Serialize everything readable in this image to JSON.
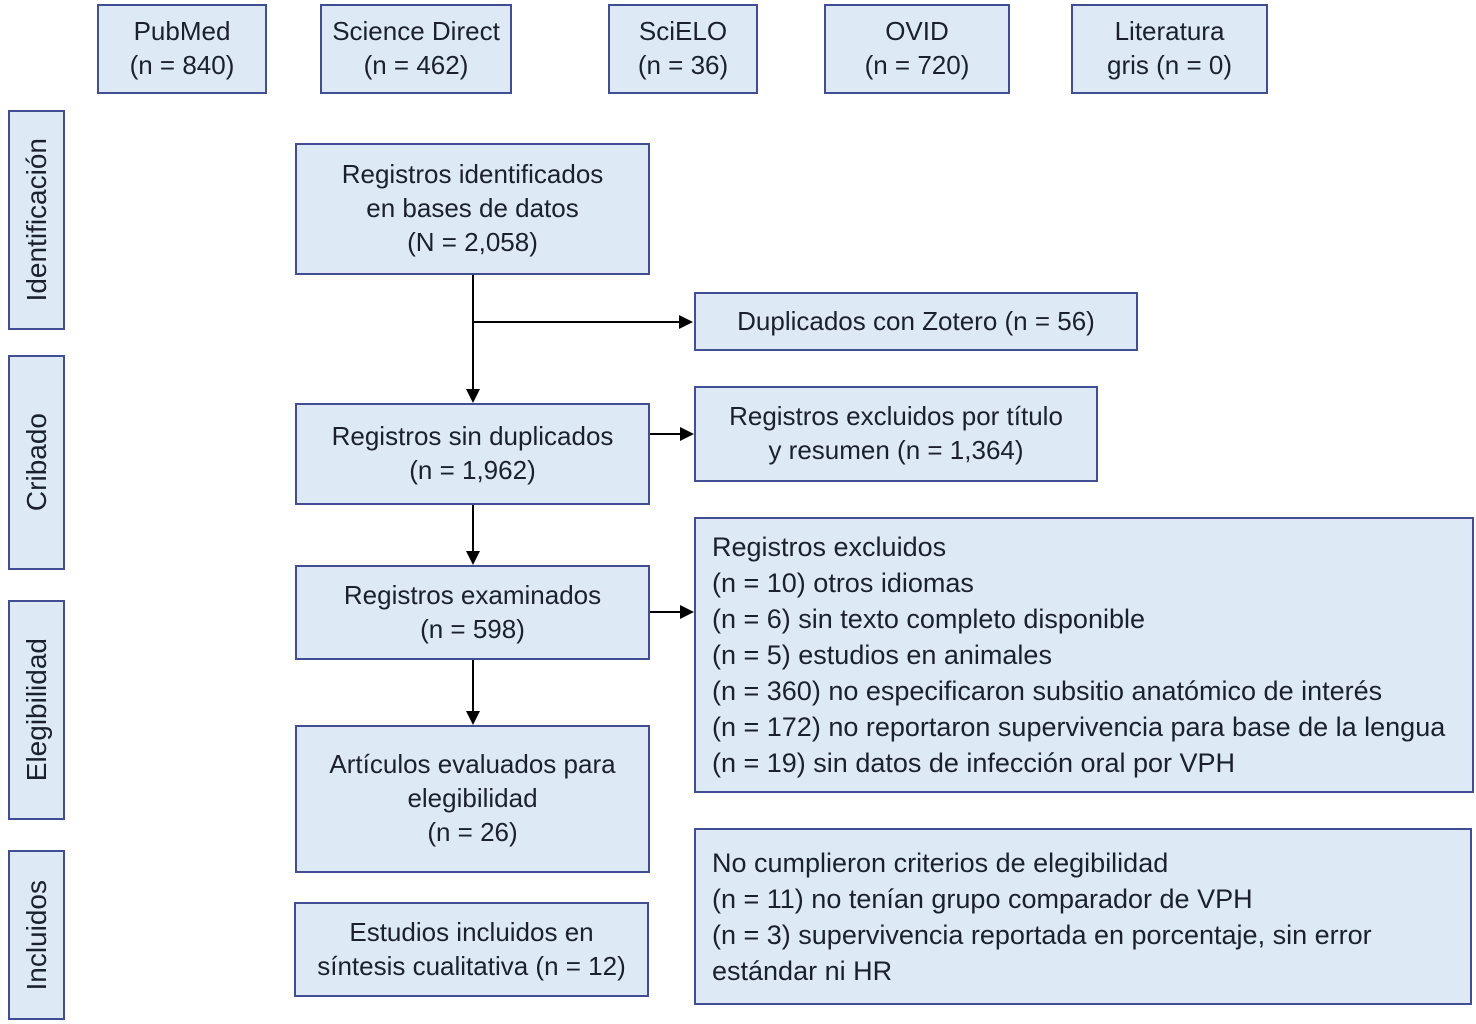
{
  "sources": [
    {
      "line1": "PubMed",
      "line2": "(n = 840)"
    },
    {
      "line1": "Science Direct",
      "line2": "(n = 462)"
    },
    {
      "line1": "SciELO",
      "line2": "(n = 36)"
    },
    {
      "line1": "OVID",
      "line2": "(n = 720)"
    },
    {
      "line1": "Literatura",
      "line2": "gris (n = 0)"
    }
  ],
  "stages": {
    "identification": "Identificación",
    "screening": "Cribado",
    "eligibility": "Elegibilidad",
    "included": "Incluidos"
  },
  "flow": {
    "identified": {
      "line1": "Registros identificados",
      "line2": "en bases de datos",
      "line3": "(N = 2,058)"
    },
    "deduplicated": {
      "line1": "Registros sin duplicados",
      "line2": "(n = 1,962)"
    },
    "screened": {
      "line1": "Registros examinados",
      "line2": "(n = 598)"
    },
    "assessed": {
      "line1": "Artículos evaluados para",
      "line2": "elegibilidad",
      "line3": "(n = 26)"
    },
    "included": {
      "line1": "Estudios incluidos en",
      "line2": "síntesis cualitativa (n = 12)"
    }
  },
  "exclusions": {
    "duplicates": {
      "text": "Duplicados con Zotero (n = 56)"
    },
    "title_abstract": {
      "line1": "Registros excluidos por título",
      "line2": "y resumen (n = 1,364)"
    },
    "screening": {
      "title": "Registros excluidos",
      "items": [
        "(n = 10) otros idiomas",
        "(n = 6) sin texto completo disponible",
        "(n = 5) estudios en animales",
        "(n = 360) no especificaron subsitio anatómico de interés",
        "(n = 172) no reportaron supervivencia para base de la lengua",
        "(n = 19) sin datos de infección oral por VPH"
      ]
    },
    "eligibility": {
      "title": "No cumplieron criterios de elegibilidad",
      "items": [
        "(n = 11) no tenían grupo comparador de VPH",
        "(n = 3) supervivencia reportada en porcentaje, sin error estándar ni HR"
      ]
    }
  },
  "colors": {
    "box_fill": "#dde9f5",
    "box_border": "#414e94",
    "text": "#1a202c",
    "arrow": "#000000"
  }
}
